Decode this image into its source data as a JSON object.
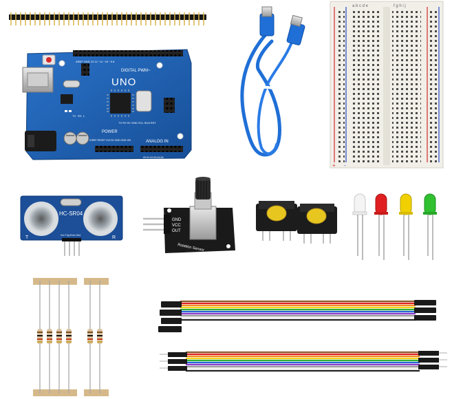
{
  "arduino": {
    "brand": "UNO",
    "digital_label": "DIGITAL PWM~",
    "power_label": "POWER",
    "analog_label": "ANALOG IN",
    "header_top": "AREF GND 13 12 ~11 ~10 ~9 8",
    "header_power": "IOREF RESET 3V3 5V GND GND VIN",
    "header_analog": "A0 A1 A2 A3 A4 A5",
    "pin_labels_right": "TX RX 5V GND SCL SDA RST",
    "tx_label": "TX",
    "rx_label": "RX",
    "l_label": "L"
  },
  "breadboard": {
    "col_letters_left": "a b c d e",
    "col_letters_right": "f g h i j",
    "plus": "+",
    "minus": "-"
  },
  "ultrasonic": {
    "model": "HC-SR04",
    "left_mark": "T",
    "right_mark": "R",
    "pins": "Vcc Trig Echo Gnd"
  },
  "rotation_sensor": {
    "pin_gnd": "GND",
    "pin_vcc": "VCC",
    "pin_out": "OUT",
    "title": "Rotation Sensor"
  },
  "leds": {
    "colors": [
      "#f4f4f4",
      "#e02020",
      "#f0d000",
      "#30c030"
    ]
  },
  "colors": {
    "board_blue": "#1a5fb4",
    "usb_blue": "#1f6fd6",
    "button_yellow": "#e8c620",
    "sensor_black": "#1a1a1a"
  }
}
